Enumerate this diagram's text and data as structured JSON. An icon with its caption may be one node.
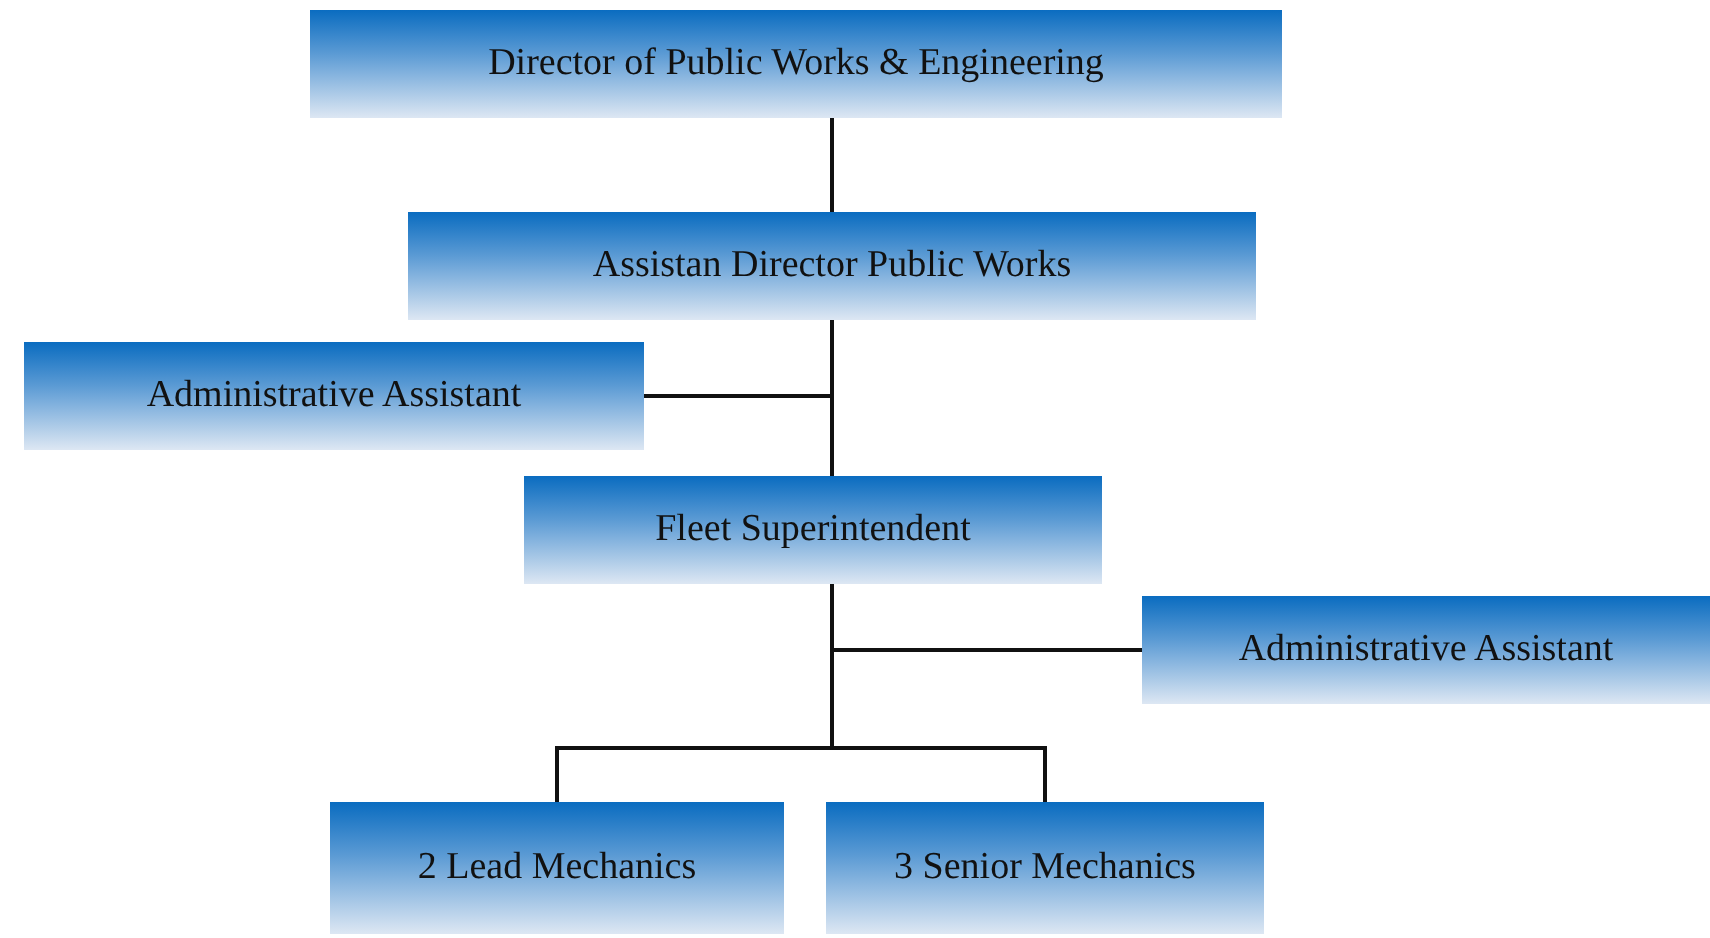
{
  "diagram": {
    "nodes": [
      {
        "text": [
          "Director of Public Works & Engineering"
        ]
      },
      {
        "text": [
          "Assistan Director Public Works"
        ]
      },
      {
        "text": [
          "Administrative Assistant"
        ]
      },
      {
        "text": [
          "Fleet Superintendent"
        ]
      },
      {
        "text": [
          "Administrative Assistant"
        ]
      },
      {
        "text": [
          "2 Lead Mechanics"
        ]
      },
      {
        "text": [
          "3 Senior Mechanics"
        ]
      }
    ],
    "edges": [
      {
        "from": 0,
        "to": 1,
        "arrow": "none"
      },
      {
        "from": 1,
        "to": 2,
        "arrow": "none"
      },
      {
        "from": 1,
        "to": 3,
        "arrow": "none"
      },
      {
        "from": 3,
        "to": 4,
        "arrow": "none"
      },
      {
        "from": 3,
        "to": 5,
        "arrow": "none"
      },
      {
        "from": 3,
        "to": 6,
        "arrow": "none"
      }
    ]
  }
}
